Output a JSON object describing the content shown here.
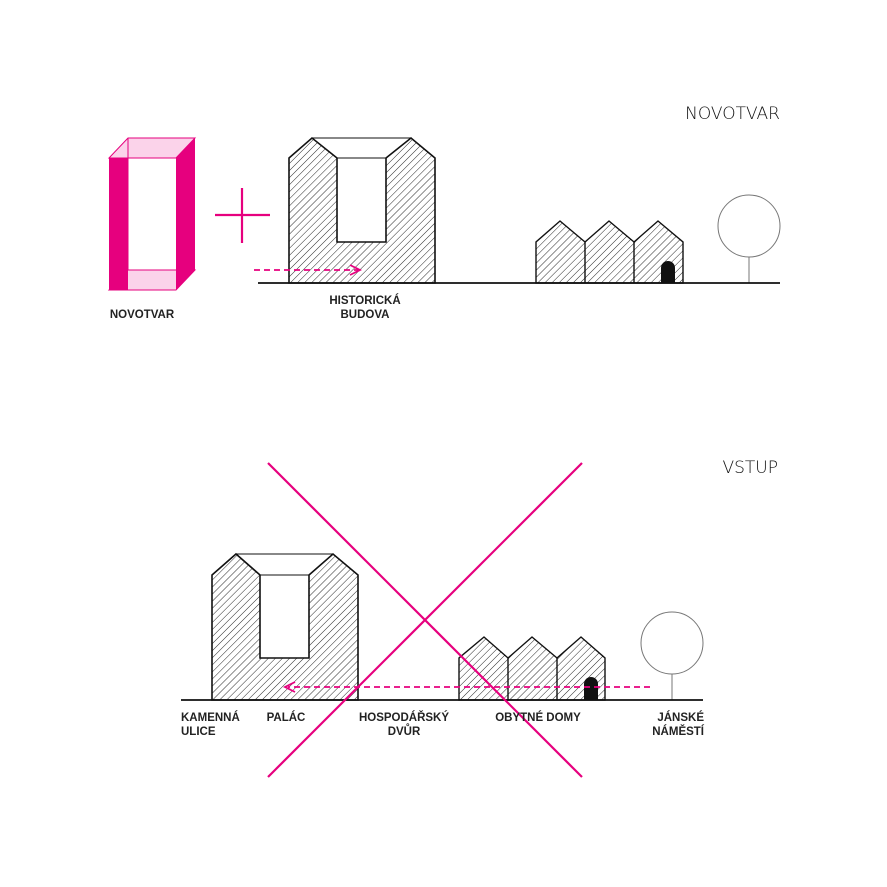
{
  "colors": {
    "accent": "#e6007e",
    "ink": "#111111",
    "accent_light": "#fbd3ea"
  },
  "top": {
    "title": "NOVOTVAR",
    "label_novotvar": "NOVOTVAR",
    "label_historic_1": "HISTORICKÁ",
    "label_historic_2": "BUDOVA"
  },
  "bottom": {
    "title": "VSTUP",
    "label_kamenna_1": "KAMENNÁ",
    "label_kamenna_2": "ULICE",
    "label_palac": "PALÁC",
    "label_dvur_1": "HOSPODÁŘSKÝ",
    "label_dvur_2": "DVŮR",
    "label_domy": "OBYTNÉ DOMY",
    "label_namesti_1": "JÁNSKÉ",
    "label_namesti_2": "NÁMĚSTÍ"
  }
}
